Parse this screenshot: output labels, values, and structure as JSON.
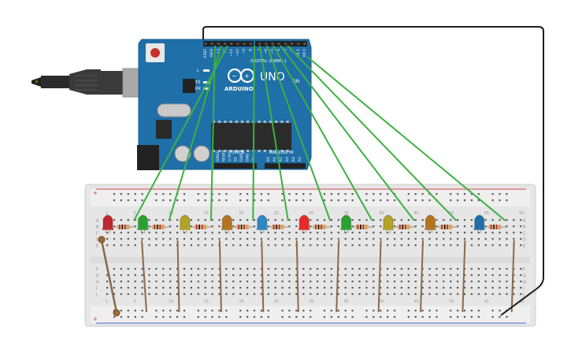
{
  "board": {
    "brand": "ARDUINO",
    "model": "UNO",
    "digital_header_label": "DIGITAL (PWM~)",
    "power_label": "POWER",
    "analog_label": "ANALOG IN",
    "on_label": "ON",
    "tx_label": "TX",
    "rx_label": "RX",
    "l_label": "L",
    "digital_pins": [
      "AREF",
      "GND",
      "13",
      "12",
      "~11",
      "~10",
      "~9",
      "8",
      "7",
      "~6",
      "~5",
      "4",
      "~3",
      "2",
      "TX 1",
      "RX 0"
    ],
    "power_pins": [
      "IOREF",
      "RESET",
      "3.3V",
      "5V",
      "GND",
      "GND",
      "Vin"
    ],
    "analog_pins": [
      "A0",
      "A1",
      "A2",
      "A3",
      "A4",
      "A5"
    ]
  },
  "breadboard": {
    "column_numbers": [
      "1",
      "5",
      "10",
      "15",
      "20",
      "25",
      "30",
      "35",
      "40",
      "45",
      "50",
      "55",
      "60"
    ],
    "row_letters_top": [
      "A",
      "B",
      "C",
      "D",
      "E"
    ],
    "row_letters_bottom": [
      "F",
      "G",
      "H",
      "I",
      "J"
    ],
    "rail_plus": "+",
    "rail_minus": "-"
  },
  "leds": [
    {
      "color": "red",
      "hex": "#c0282d"
    },
    {
      "color": "green",
      "hex": "#2aa12f"
    },
    {
      "color": "yellow",
      "hex": "#b3a226"
    },
    {
      "color": "orange",
      "hex": "#b2741f"
    },
    {
      "color": "blue",
      "hex": "#2d88c6"
    },
    {
      "color": "red",
      "hex": "#e82a2a"
    },
    {
      "color": "green",
      "hex": "#2aa12f"
    },
    {
      "color": "yellow",
      "hex": "#b3a226"
    },
    {
      "color": "orange",
      "hex": "#b2741f"
    },
    {
      "color": "blue",
      "hex": "#1f6fa8"
    }
  ],
  "colors": {
    "board_blue": "#1f6fa8",
    "wire_green": "#3cb043",
    "wire_black": "#1c1c1c",
    "wire_brown": "#8a6a4a",
    "breadboard": "#e8e8e8"
  }
}
